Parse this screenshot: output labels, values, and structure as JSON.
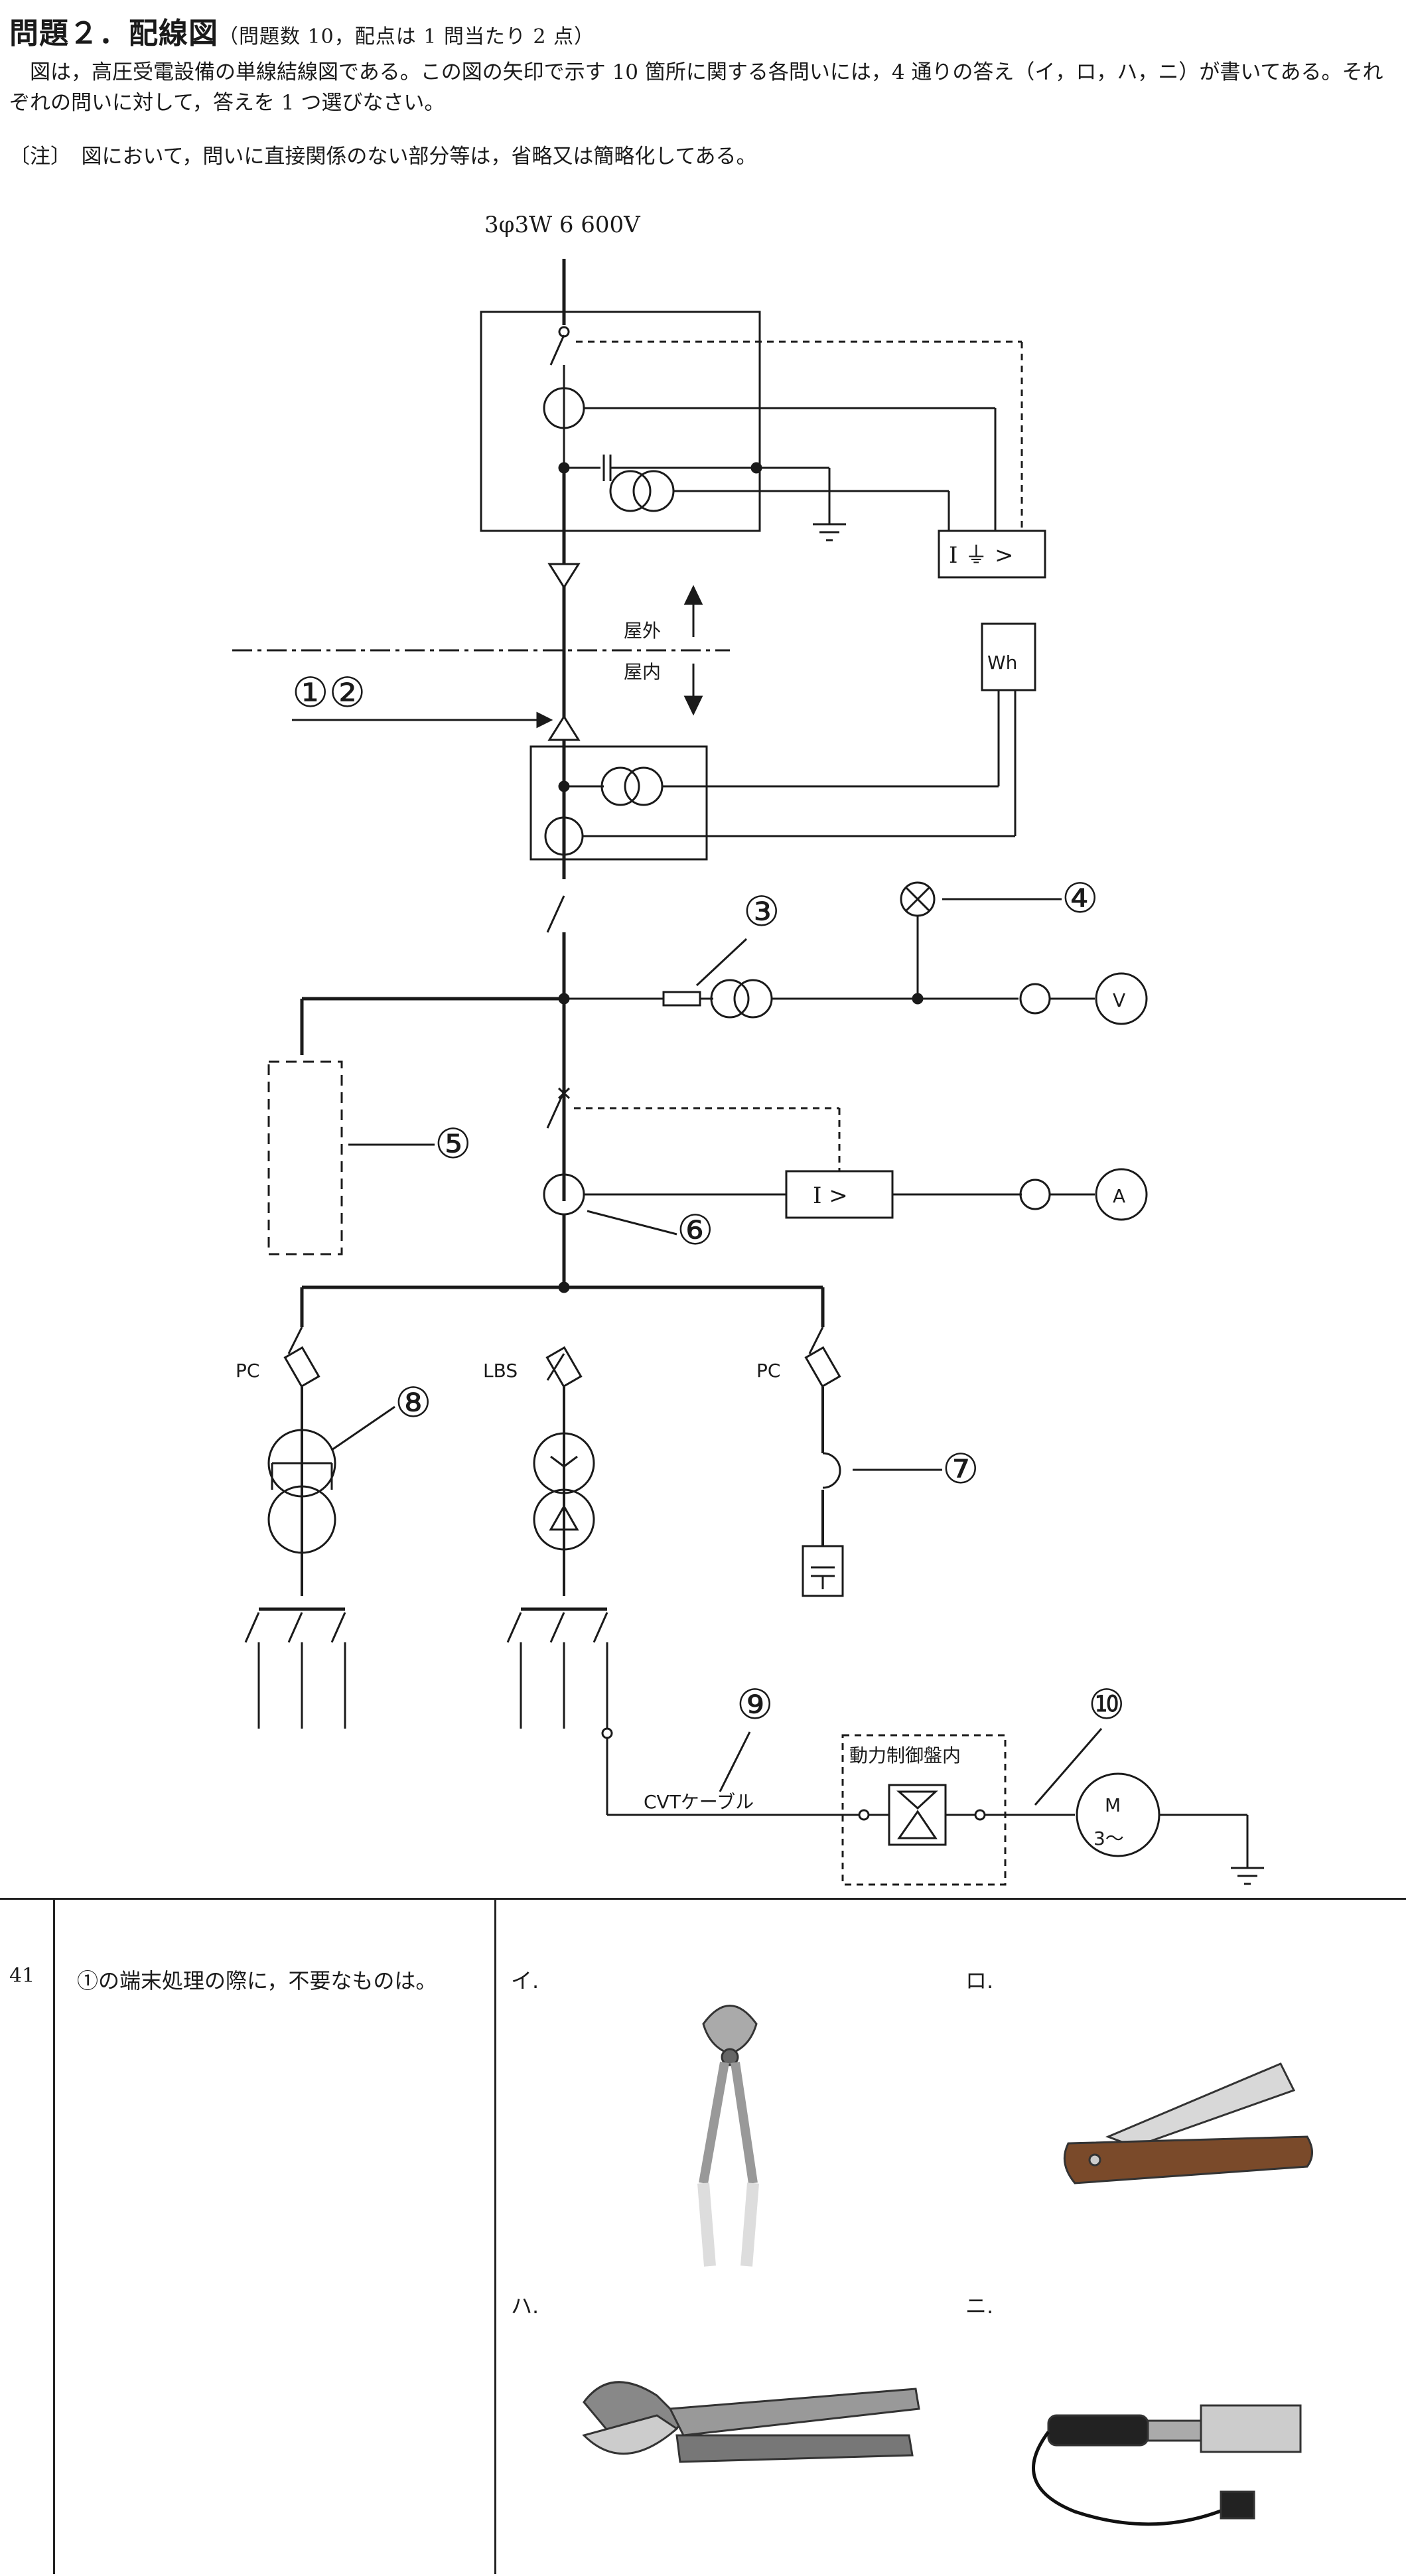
{
  "header": {
    "title": "問題２．配線図",
    "subtitle": "（問題数 10，配点は 1 問当たり 2 点）"
  },
  "intro": "　図は，高圧受電設備の単線結線図である。この図の矢印で示す 10 箇所に関する各問いには，4 通りの答え（イ，ロ，ハ，ニ）が書いてある。それぞれの問いに対して，答えを 1 つ選びなさい。",
  "note": "〔注〕　図において，問いに直接関係のない部分等は，省略又は簡略化してある。",
  "diagram": {
    "supply": "3φ3W  6 600V",
    "outdoor": "屋外",
    "indoor": "屋内",
    "wh": "Wh",
    "voltmeter": "V",
    "ammeter": "A",
    "relay_ocr": "I >",
    "relay_gr": "I ⏚ >",
    "pc_left": "PC",
    "lbs": "LBS",
    "pc_right": "PC",
    "cvt": "CVTケーブル",
    "panel": "動力制御盤内",
    "motor_m": "M",
    "motor_3": "3～",
    "numbers": [
      "①②",
      "③",
      "④",
      "⑤",
      "⑥",
      "⑦",
      "⑧",
      "⑨",
      "⑩"
    ]
  },
  "question": {
    "number": "41",
    "text": "①の端末処理の際に，不要なものは。",
    "options": [
      {
        "label": "イ.",
        "item": "cable-cutter"
      },
      {
        "label": "ロ.",
        "item": "electrician-knife"
      },
      {
        "label": "ハ.",
        "item": "pipe-cutter"
      },
      {
        "label": "ニ.",
        "item": "soldering-iron"
      }
    ]
  },
  "colors": {
    "ink": "#1a1a1a",
    "paper": "#ffffff"
  }
}
